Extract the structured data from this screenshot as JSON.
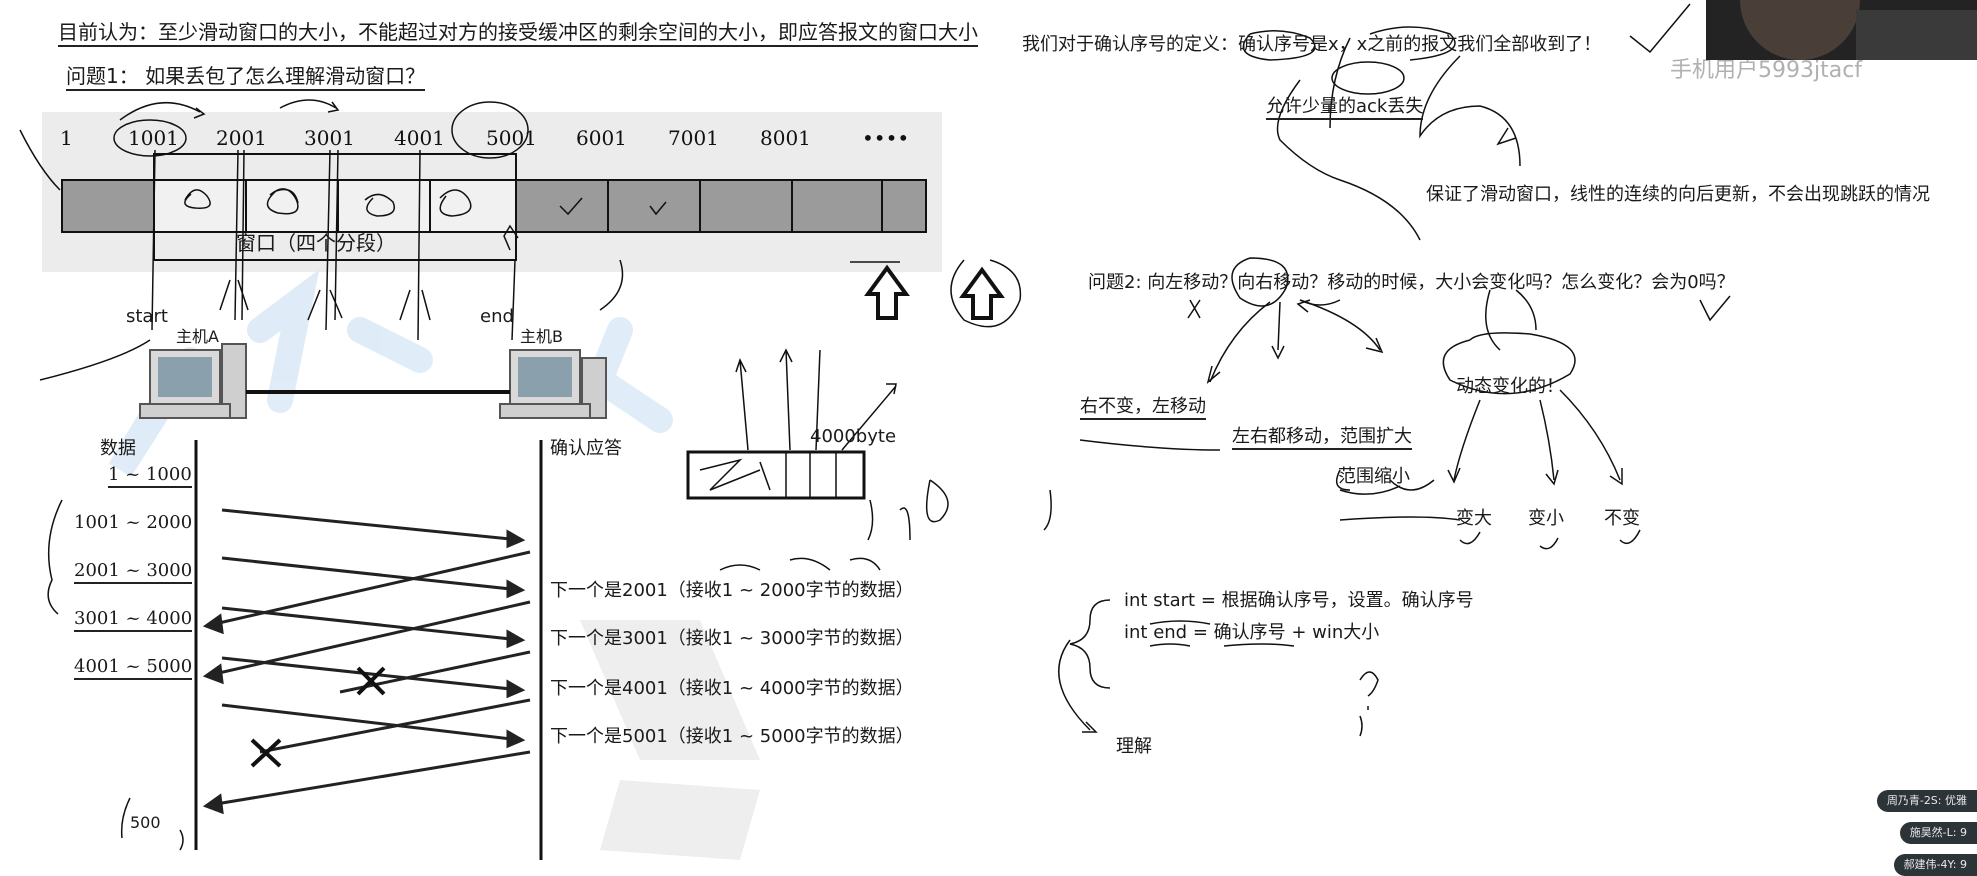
{
  "left": {
    "top_note": "目前认为：至少滑动窗口的大小，不能超过对方的接受缓冲区的剩余空间的大小，即应答报文的窗口大小",
    "q1": "问题1：  如果丢包了怎么理解滑动窗口？",
    "seq_labels": [
      "1",
      "1001",
      "2001",
      "3001",
      "4001",
      "5001",
      "6001",
      "7001",
      "8001",
      "••••"
    ],
    "window_label": "窗口（四个分段）",
    "start_label": "start",
    "end_label": "end",
    "hostA": "主机A",
    "hostB": "主机B",
    "data_header": "数据",
    "ack_header": "确认应答",
    "data_ranges": [
      "1 ~ 1000",
      "1001 ~ 2000",
      "2001 ~ 3000",
      "3001 ~ 4000",
      "4001 ~ 5000"
    ],
    "acks": [
      "下一个是2001（接收1 ~ 2000字节的数据）",
      "下一个是3001（接收1 ~ 3000字节的数据）",
      "下一个是4001（接收1 ~ 4000字节的数据）",
      "下一个是5001（接收1 ~ 5000字节的数据）"
    ],
    "buffer_label": "4000byte",
    "bottom_scribble": "500"
  },
  "right": {
    "ack_definition": "我们对于确认序号的定义：确认序号是x，x之前的报文我们全部收到了！",
    "allow_loss": "允许少量的ack丢失",
    "guarantee": "保证了滑动窗口，线性的连续的向后更新，不会出现跳跃的情况",
    "q2": "问题2: 向左移动？向右移动？移动的时候，大小会变化吗？怎么变化？会为0吗？",
    "right_fixed": "右不变，左移动",
    "both_move": "左右都移动，范围扩大",
    "shrink": "范围缩小",
    "dynamic": "动态变化的！",
    "bigger": "变大",
    "smaller": "变小",
    "unchanged": "不变",
    "code_start": "int start = 根据确认序号，设置。确认序号",
    "code_end": "int end =  确认序号 + win大小",
    "understand": "理解",
    "watermark": "手机用户5993jtacf"
  },
  "chat_chips": [
    "周乃青-2S: 优雅",
    "施昊然-L: 9",
    "郝建伟-4Y: 9"
  ],
  "colors": {
    "ink": "#1a1a1a",
    "chip_bg": "#2d3438",
    "watermark": "#b0b0b0",
    "blue_watermark": "#cfe3f5"
  }
}
